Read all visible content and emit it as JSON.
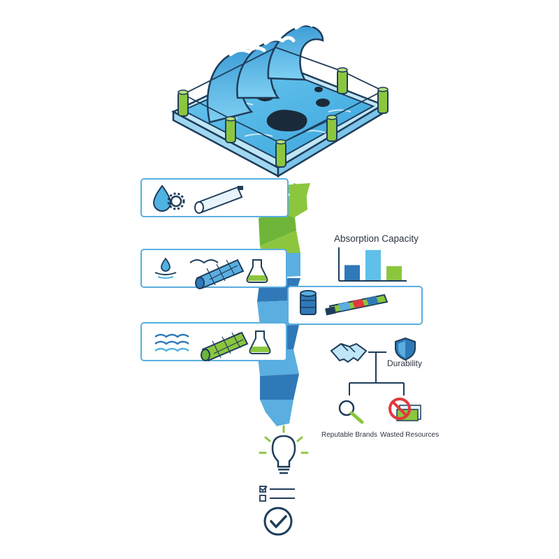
{
  "labels": {
    "absorption_capacity": "Absorption Capacity",
    "durability": "Durability",
    "reputable_brands": "Reputable Brands",
    "wasted_resources": "Wasted Resources"
  },
  "colors": {
    "water": "#4fb3e2",
    "water_dark": "#2a8fc4",
    "green": "#7cc242",
    "blue_ribbon": "#5aaee0",
    "blue_dark": "#2f79b8",
    "outline": "#1f3d5a",
    "red": "#e0393e"
  },
  "chart_data": {
    "type": "bar",
    "title": "Absorption Capacity",
    "categories": [
      "",
      "",
      ""
    ],
    "values": [
      0.45,
      0.9,
      0.42
    ],
    "bar_colors": [
      "#2f79b8",
      "#5fc0ea",
      "#8cc63f"
    ],
    "ylim": [
      0,
      1
    ]
  },
  "icons": [
    "water-gear-icon",
    "tube-icon",
    "water-drop-icon",
    "waves-icon",
    "boom-net-icon",
    "flask-icon",
    "barrel-icon",
    "segmented-boom-icon",
    "handshake-icon",
    "shield-icon",
    "magnifier-icon",
    "no-waste-icon",
    "lightbulb-icon",
    "checklist-icon",
    "check-circle-icon"
  ]
}
